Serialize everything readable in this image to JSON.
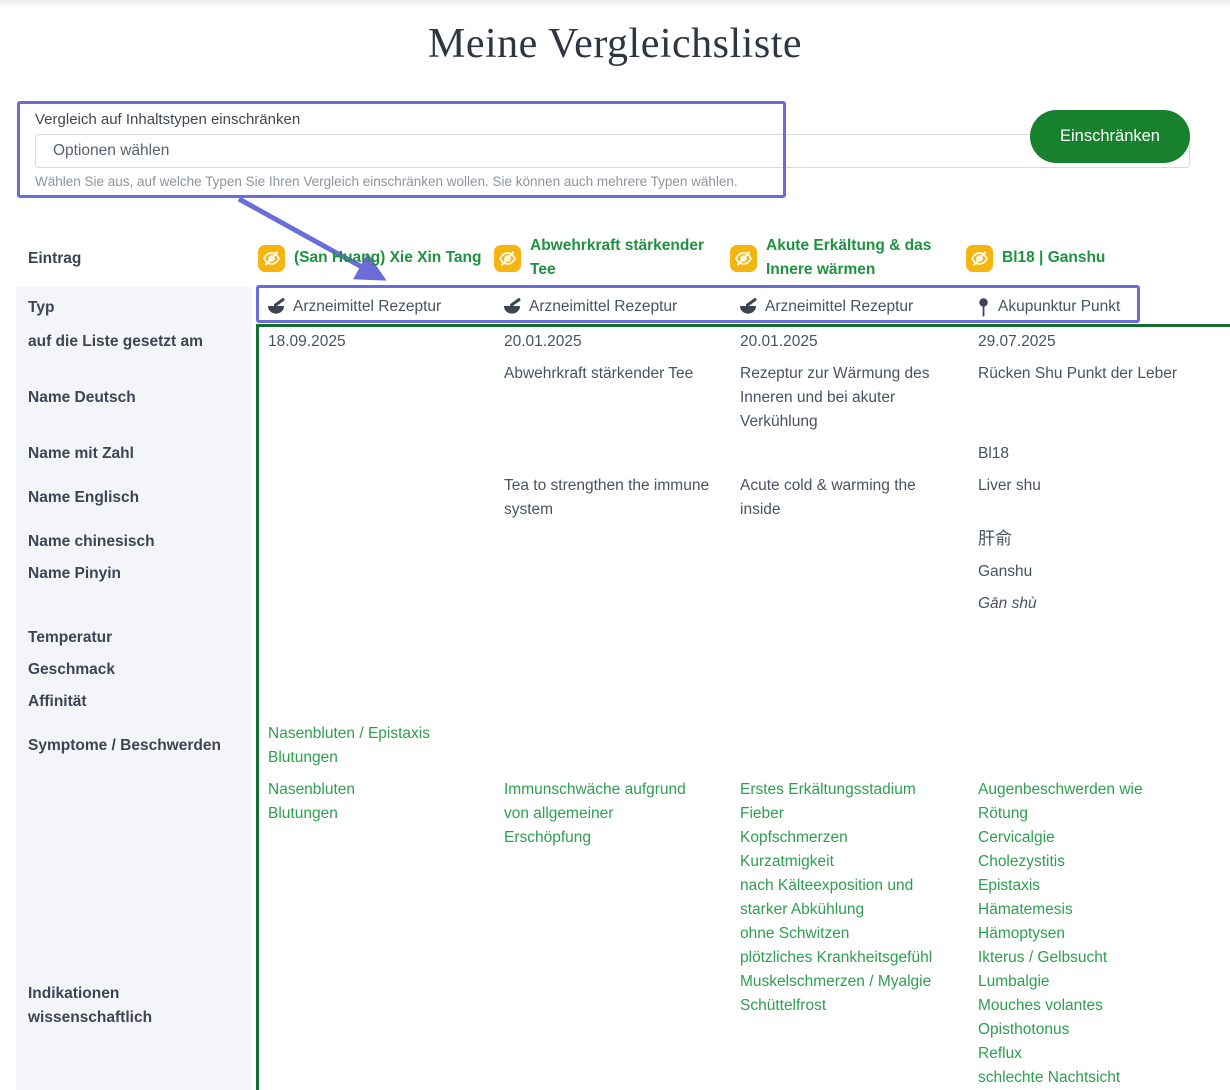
{
  "page": {
    "title": "Meine Vergleichsliste"
  },
  "colors": {
    "annotation_purple": "#6a6cd8",
    "button_green": "#17812e",
    "link_green": "#2f9e50",
    "header_green": "#1f9140",
    "icon_yellow": "#f6b40e",
    "table_border_green": "#166d31",
    "sidebar_gray": "#f4f5f8"
  },
  "filter": {
    "label": "Vergleich auf Inhaltstypen einschränken",
    "placeholder": "Optionen wählen",
    "help": "Wählen Sie aus, auf welche Typen Sie Ihren Vergleich einschränken wollen. Sie können auch mehrere Typen wählen.",
    "button": "Einschränken"
  },
  "table": {
    "corner": "Eintrag",
    "columns": [
      {
        "icon": "eye-off-icon",
        "title": "(San Huang) Xie Xin Tang"
      },
      {
        "icon": "eye-off-icon",
        "title": "Abwehrkraft stärkender Tee"
      },
      {
        "icon": "eye-off-icon",
        "title": "Akute Erkältung & das Innere wärmen"
      },
      {
        "icon": "eye-off-icon",
        "title": "Bl18 | Ganshu"
      }
    ],
    "row_labels": [
      "Typ",
      "auf die Liste gesetzt am",
      "Name Deutsch",
      "Name mit Zahl",
      "Name Englisch",
      "Name chinesisch",
      "Name Pinyin",
      "Temperatur",
      "Geschmack",
      "Affinität",
      "Symptome / Beschwerden",
      "Indikationen wissenschaftlich"
    ],
    "typ": [
      {
        "icon": "mortar-icon",
        "label": "Arzneimittel Rezeptur"
      },
      {
        "icon": "mortar-icon",
        "label": "Arzneimittel Rezeptur"
      },
      {
        "icon": "mortar-icon",
        "label": "Arzneimittel Rezeptur"
      },
      {
        "icon": "pin-icon",
        "label": "Akupunktur Punkt"
      }
    ],
    "added": [
      "18.09.2025",
      "20.01.2025",
      "20.01.2025",
      "29.07.2025"
    ],
    "name_de": {
      "c2": "Abwehrkraft stärkender Tee",
      "c3": "Rezeptur zur Wärmung des Inneren und bei akuter Verkühlung",
      "c4": "Rücken Shu Punkt der Leber"
    },
    "name_zahl": {
      "c4": "Bl18"
    },
    "name_en": {
      "c2": "Tea to strengthen the immune system",
      "c3": "Acute cold & warming the inside",
      "c4": "Liver shu"
    },
    "name_cn": {
      "c4": "肝俞"
    },
    "name_pinyin": {
      "c4": "Ganshu",
      "c4_italic": "Gān shù"
    },
    "symptome": {
      "c1_a": [
        "Nasenbluten / Epistaxis",
        "Blutungen"
      ],
      "c1_b": [
        "Nasenbluten",
        "Blutungen"
      ],
      "c2": "Immunschwäche aufgrund von allgemeiner Erschöpfung",
      "c3": [
        "Erstes Erkältungsstadium",
        "Fieber",
        "Kopfschmerzen",
        "Kurzatmigkeit",
        "nach Kälteexposition und starker Abkühlung",
        "ohne Schwitzen",
        "plötzliches Krankheitsgefühl",
        "Muskelschmerzen / Myalgie",
        "Schüttelfrost"
      ],
      "c4": [
        "Augenbeschwerden wie Rötung",
        "Cervicalgie",
        "Cholezystitis",
        "Epistaxis",
        "Hämatemesis",
        "Hämoptysen",
        "Ikterus / Gelbsucht",
        "Lumbalgie",
        "Mouches volantes",
        "Opisthotonus",
        "Reflux",
        "schlechte Nachtsicht"
      ]
    }
  }
}
